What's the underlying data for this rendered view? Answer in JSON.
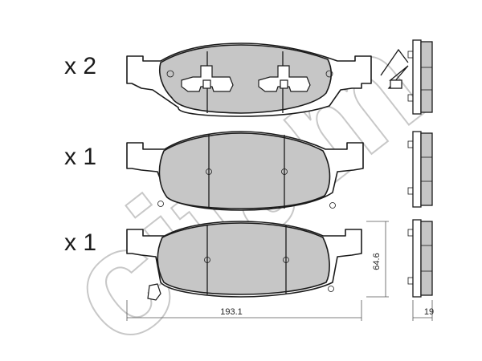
{
  "watermark": {
    "text": "cifam"
  },
  "quantities": [
    {
      "label": "x 2"
    },
    {
      "label": "x 1"
    },
    {
      "label": "x 1"
    }
  ],
  "dimensions": {
    "length": "193.1",
    "height": "64.6",
    "thickness": "19"
  },
  "colors": {
    "friction_material": "#c6c6c6",
    "outline": "#1a1a1a",
    "watermark": "#c8c8c8"
  }
}
